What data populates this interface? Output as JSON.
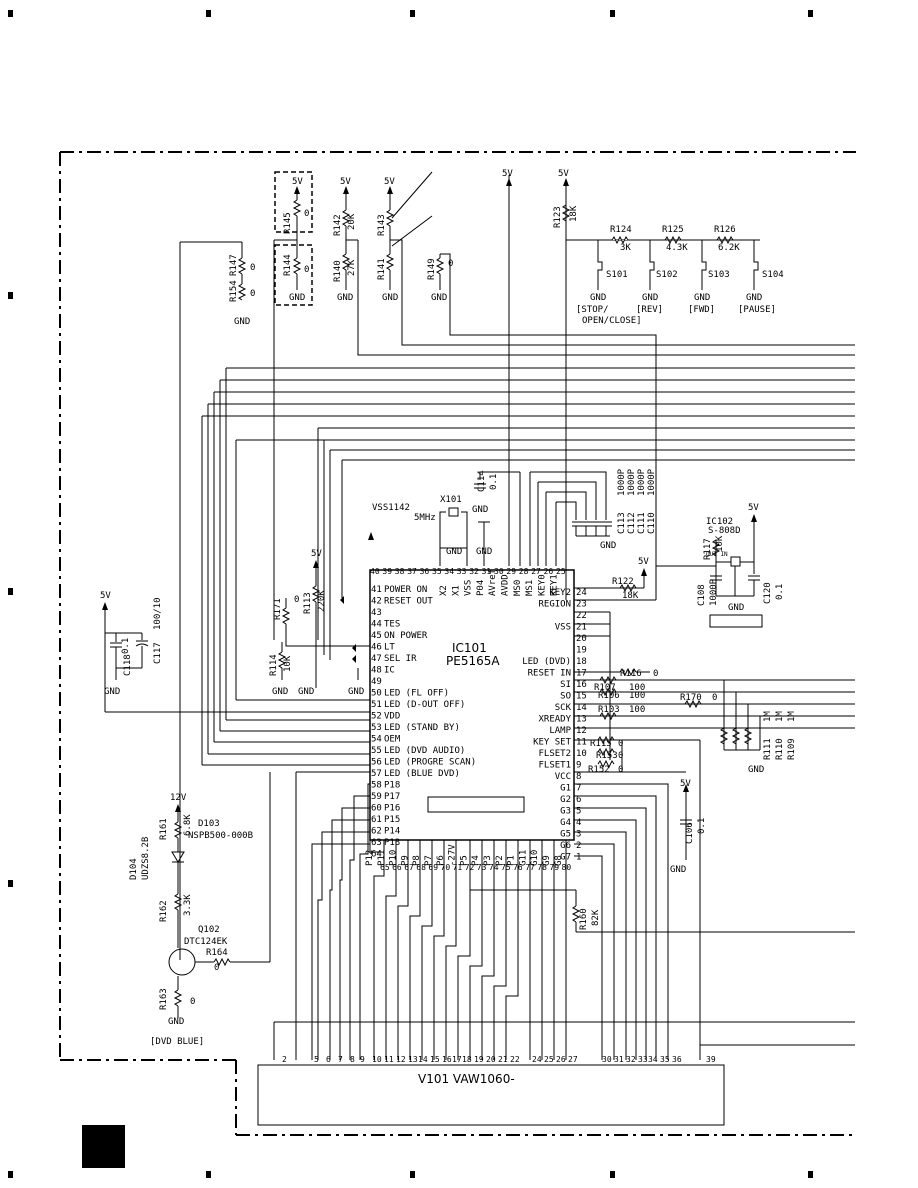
{
  "ic101": {
    "ref": "IC101",
    "part": "PE5165A",
    "left_pins": [
      {
        "num": "41",
        "name": "POWER ON"
      },
      {
        "num": "42",
        "name": "RESET OUT"
      },
      {
        "num": "43",
        "name": ""
      },
      {
        "num": "44",
        "name": "TES"
      },
      {
        "num": "45",
        "name": "ON POWER"
      },
      {
        "num": "46",
        "name": "LT"
      },
      {
        "num": "47",
        "name": "SEL IR"
      },
      {
        "num": "48",
        "name": "IC"
      },
      {
        "num": "49",
        "name": ""
      },
      {
        "num": "50",
        "name": "LED (FL OFF)"
      },
      {
        "num": "51",
        "name": "LED (D-OUT OFF)"
      },
      {
        "num": "52",
        "name": "VDD"
      },
      {
        "num": "53",
        "name": "LED (STAND BY)"
      },
      {
        "num": "54",
        "name": "OEM"
      },
      {
        "num": "55",
        "name": "LED (DVD AUDIO)"
      },
      {
        "num": "56",
        "name": "LED (PROGRE SCAN)"
      },
      {
        "num": "57",
        "name": "LED (BLUE DVD)"
      },
      {
        "num": "58",
        "name": "P18"
      },
      {
        "num": "59",
        "name": "P17"
      },
      {
        "num": "60",
        "name": "P16"
      },
      {
        "num": "61",
        "name": "P15"
      },
      {
        "num": "62",
        "name": "P14"
      },
      {
        "num": "63",
        "name": "P13"
      },
      {
        "num": "64",
        "name": ""
      }
    ],
    "right_pins": [
      {
        "num": "24",
        "name": "KEY2"
      },
      {
        "num": "23",
        "name": "REGION"
      },
      {
        "num": "22",
        "name": ""
      },
      {
        "num": "21",
        "name": "VSS"
      },
      {
        "num": "20",
        "name": ""
      },
      {
        "num": "19",
        "name": ""
      },
      {
        "num": "18",
        "name": "LED (DVD)"
      },
      {
        "num": "17",
        "name": "RESET IN"
      },
      {
        "num": "16",
        "name": "SI"
      },
      {
        "num": "15",
        "name": "SO"
      },
      {
        "num": "14",
        "name": "SCK"
      },
      {
        "num": "13",
        "name": "XREADY"
      },
      {
        "num": "12",
        "name": "LAMP"
      },
      {
        "num": "11",
        "name": "KEY SET"
      },
      {
        "num": "10",
        "name": "FLSET2"
      },
      {
        "num": "9",
        "name": "FLSET1"
      },
      {
        "num": "8",
        "name": "VCC"
      },
      {
        "num": "7",
        "name": "G1"
      },
      {
        "num": "6",
        "name": "G2"
      },
      {
        "num": "5",
        "name": "G3"
      },
      {
        "num": "4",
        "name": "G4"
      },
      {
        "num": "3",
        "name": "G5"
      },
      {
        "num": "2",
        "name": "G6"
      },
      {
        "num": "1",
        "name": "G7"
      }
    ],
    "top_pin_numbers": [
      "40",
      "39",
      "38",
      "37",
      "36",
      "35",
      "34",
      "33",
      "32",
      "31",
      "30",
      "29",
      "28",
      "27",
      "26",
      "25"
    ],
    "top_pin_names": [
      "X2",
      "X1",
      "VSS",
      "P04",
      "AVref",
      "AVDD",
      "MS0",
      "MS1",
      "KEY0",
      "KEY1"
    ],
    "bottom_pin_numbers": [
      "65",
      "66",
      "67",
      "68",
      "69",
      "70",
      "71",
      "72",
      "73",
      "74",
      "75",
      "76",
      "77",
      "78",
      "79",
      "80"
    ],
    "bottom_pin_names": [
      "P12",
      "P11",
      "P10",
      "P9",
      "P8",
      "P7",
      "P6",
      "-27V",
      "P5",
      "P4",
      "P3",
      "P2",
      "P1",
      "G11",
      "G10",
      "G9",
      "G8"
    ]
  },
  "keys": [
    {
      "ref": "R124",
      "value": "3K",
      "switch": "S101",
      "label": "[STOP/\nOPEN/CLOSE]"
    },
    {
      "ref": "R125",
      "value": "4.3K",
      "switch": "S102",
      "label": "[REV]"
    },
    {
      "ref": "R126",
      "value": "6.2K",
      "switch": "S103",
      "label": "[FWD]"
    },
    {
      "ref": "",
      "value": "",
      "switch": "S104",
      "label": "[PAUSE]"
    }
  ],
  "labels": {
    "vcc5": "5V",
    "vcc12": "12V",
    "gnd": "GND",
    "r123": "R123",
    "r123v": "18K",
    "r145": "R145",
    "r145v": "0",
    "r144": "R144",
    "r144v": "0",
    "r147": "R147",
    "r147v": "0",
    "r154": "R154",
    "r154v": "0",
    "r142": "R142",
    "r142v": "20K",
    "r140": "R140",
    "r140v": "27K",
    "r143": "R143",
    "r141": "R141",
    "r149": "R149",
    "r149v": "0",
    "r171": "R171",
    "r171v": "0",
    "r113": "R113",
    "r113v": "220K",
    "r114": "R114",
    "r114v": "10K",
    "r122": "R122",
    "r122v": "18K",
    "r117": "R117",
    "r117v": "10K",
    "r116": "R116",
    "r116v": "0",
    "r107": "R107",
    "r107v": "100",
    "r106": "R106",
    "r106v": "100",
    "r103": "R103",
    "r103v": "100",
    "r170": "R170",
    "r170v": "0",
    "r111": "R111",
    "r111v": "1M",
    "r110": "R110",
    "r110v": "1M",
    "r109": "R109",
    "r109v": "1M",
    "r115": "R115",
    "r115v": "0",
    "r153": "R153",
    "r153v": "0",
    "r152": "R152",
    "r152v": "0",
    "r160": "R160",
    "r160v": "82K",
    "r161": "R161",
    "r161v": "6.8K",
    "r162": "R162",
    "r162v": "3.3K",
    "r163": "R163",
    "r163v": "0",
    "r164": "R164",
    "r164v": "0",
    "x101": "X101",
    "x101v": "5MHz",
    "x101p": "VSS1142",
    "c114": "C114",
    "c114v": "0.1",
    "c113": "C113",
    "c113v": "1000P",
    "c112": "C112",
    "c112v": "1000P",
    "c111": "C111",
    "c111v": "1000P",
    "c110": "C110",
    "c110v": "1000P",
    "c118": "C118",
    "c118v": "0.1",
    "c117": "C117",
    "c117v": "100/10",
    "c108": "C108",
    "c108v": "1000P",
    "c120": "C120",
    "c120v": "0.1",
    "c106": "C106",
    "c106v": "0.1",
    "ic102": "IC102",
    "ic102p": "S-808D",
    "ic102pins": "OUT  IN",
    "d103": "D103",
    "d103p": "NSPB500-000B",
    "d104": "D104",
    "d104p": "UDZS8.2B",
    "q102": "Q102",
    "q102p": "DTC124EK",
    "dvdblue": "[DVD BLUE]",
    "v101": "V101  VAW1060-"
  },
  "connector_pins": [
    "2",
    "5",
    "6",
    "7",
    "8",
    "9",
    "10",
    "11",
    "12",
    "13",
    "14",
    "15",
    "16",
    "17",
    "18",
    "19",
    "20",
    "21",
    "22",
    "24",
    "25",
    "26",
    "27",
    "30",
    "31",
    "32",
    "33",
    "34",
    "35",
    "36",
    "39"
  ]
}
